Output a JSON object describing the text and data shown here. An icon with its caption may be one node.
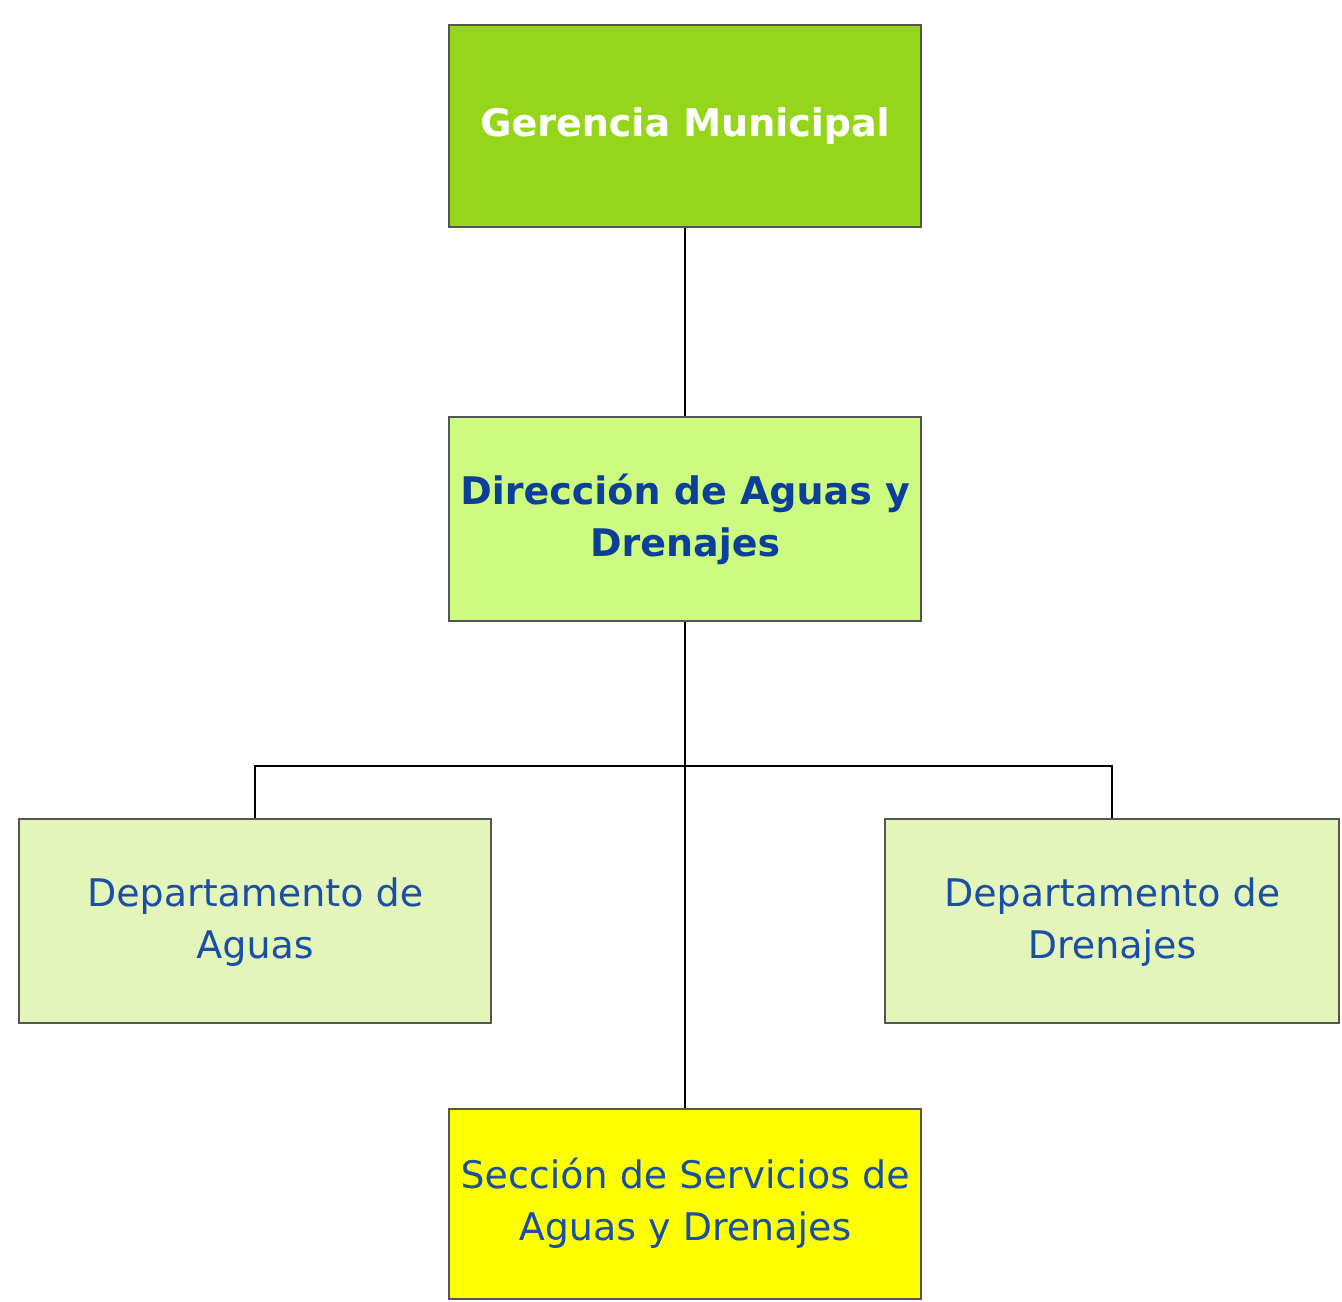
{
  "diagram": {
    "nodes": [
      {
        "text": [
          "Gerencia Municipal"
        ]
      },
      {
        "text": [
          "Dirección de Aguas y Drenajes"
        ]
      },
      {
        "text": [
          "Departamento de Aguas"
        ]
      },
      {
        "text": [
          "Departamento de Drenajes"
        ]
      },
      {
        "text": [
          "Sección de Servicios de Aguas y Drenajes"
        ]
      }
    ],
    "edges": [
      {
        "from": 0,
        "to": 1,
        "arrow": "none"
      },
      {
        "from": 1,
        "to": 2,
        "arrow": "none"
      },
      {
        "from": 1,
        "to": 3,
        "arrow": "none"
      },
      {
        "from": 1,
        "to": 4,
        "arrow": "none"
      }
    ]
  }
}
